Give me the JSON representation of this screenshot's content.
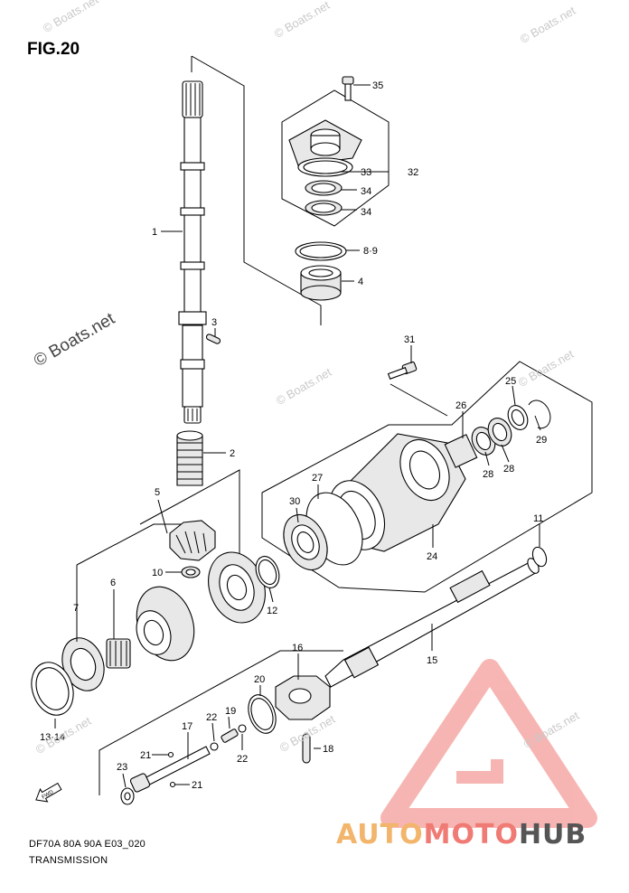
{
  "figure": {
    "title": "FIG.20",
    "model_code": "DF70A 80A 90A E03_020",
    "caption": "TRANSMISSION"
  },
  "watermarks": {
    "small": "© Boats.net",
    "large": "© Boats.net"
  },
  "brand": {
    "part1": "AUTO",
    "part2": "MOTO",
    "part3": "HUB",
    "colors": {
      "auto": "#f2b56b",
      "moto": "#f07a74",
      "hub": "#555555",
      "logo": "#f07a74"
    }
  },
  "fwd_badge": "FWD",
  "callouts": [
    {
      "id": "c-35",
      "text": "35"
    },
    {
      "id": "c-33",
      "text": "33"
    },
    {
      "id": "c-32",
      "text": "32"
    },
    {
      "id": "c-34a",
      "text": "34"
    },
    {
      "id": "c-34b",
      "text": "34"
    },
    {
      "id": "c-89",
      "text": "8·9"
    },
    {
      "id": "c-4",
      "text": "4"
    },
    {
      "id": "c-1",
      "text": "1"
    },
    {
      "id": "c-3",
      "text": "3"
    },
    {
      "id": "c-31",
      "text": "31"
    },
    {
      "id": "c-2",
      "text": "2"
    },
    {
      "id": "c-26",
      "text": "26"
    },
    {
      "id": "c-25",
      "text": "25"
    },
    {
      "id": "c-29",
      "text": "29"
    },
    {
      "id": "c-27",
      "text": "27"
    },
    {
      "id": "c-28a",
      "text": "28"
    },
    {
      "id": "c-28b",
      "text": "28"
    },
    {
      "id": "c-30",
      "text": "30"
    },
    {
      "id": "c-5",
      "text": "5"
    },
    {
      "id": "c-24",
      "text": "24"
    },
    {
      "id": "c-11",
      "text": "11"
    },
    {
      "id": "c-10",
      "text": "10"
    },
    {
      "id": "c-12",
      "text": "12"
    },
    {
      "id": "c-7",
      "text": "7"
    },
    {
      "id": "c-6",
      "text": "6"
    },
    {
      "id": "c-16",
      "text": "16"
    },
    {
      "id": "c-15",
      "text": "15"
    },
    {
      "id": "c-20",
      "text": "20"
    },
    {
      "id": "c-1314",
      "text": "13·14"
    },
    {
      "id": "c-17",
      "text": "17"
    },
    {
      "id": "c-22a",
      "text": "22"
    },
    {
      "id": "c-19",
      "text": "19"
    },
    {
      "id": "c-22b",
      "text": "22"
    },
    {
      "id": "c-18",
      "text": "18"
    },
    {
      "id": "c-21a",
      "text": "21"
    },
    {
      "id": "c-23",
      "text": "23"
    },
    {
      "id": "c-21b",
      "text": "21"
    }
  ]
}
